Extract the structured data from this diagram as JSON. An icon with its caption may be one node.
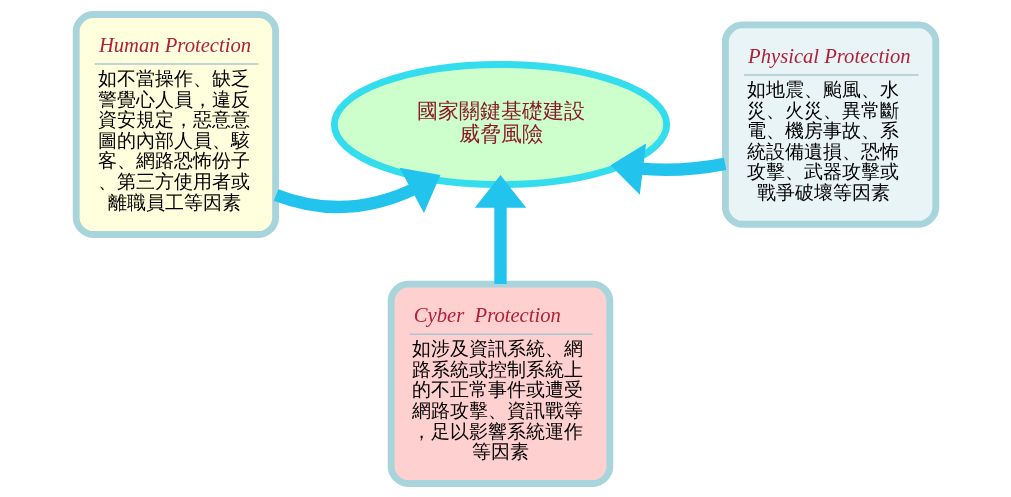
{
  "diagram": {
    "nodes": [
      {
        "text": [
          "國家關鍵基礎建設威脅風險"
        ]
      },
      {
        "text": [
          "Human Protection",
          "如不當操作、缺乏警覺心人員，違反資安規定，惡意意圖的內部人員、駭客、網路恐怖份子、第三方使用者或離職員工等因素"
        ]
      },
      {
        "text": [
          "Physical Protection",
          "如地震、颱風、水災、火災、異常斷電、機房事故、系統設備遺損、恐怖攻擊、武器攻擊或戰爭破壞等因素"
        ]
      },
      {
        "text": [
          "Cyber  Protection",
          "如涉及資訊系統、網路系統或控制系統上的不正常事件或遭受網路攻擊、資訊戰等，足以影響系統運作等因素"
        ]
      }
    ],
    "edges": [
      {
        "from": 1,
        "to": 0,
        "arrow": "to"
      },
      {
        "from": 2,
        "to": 0,
        "arrow": "to"
      },
      {
        "from": 3,
        "to": 0,
        "arrow": "to"
      }
    ]
  }
}
